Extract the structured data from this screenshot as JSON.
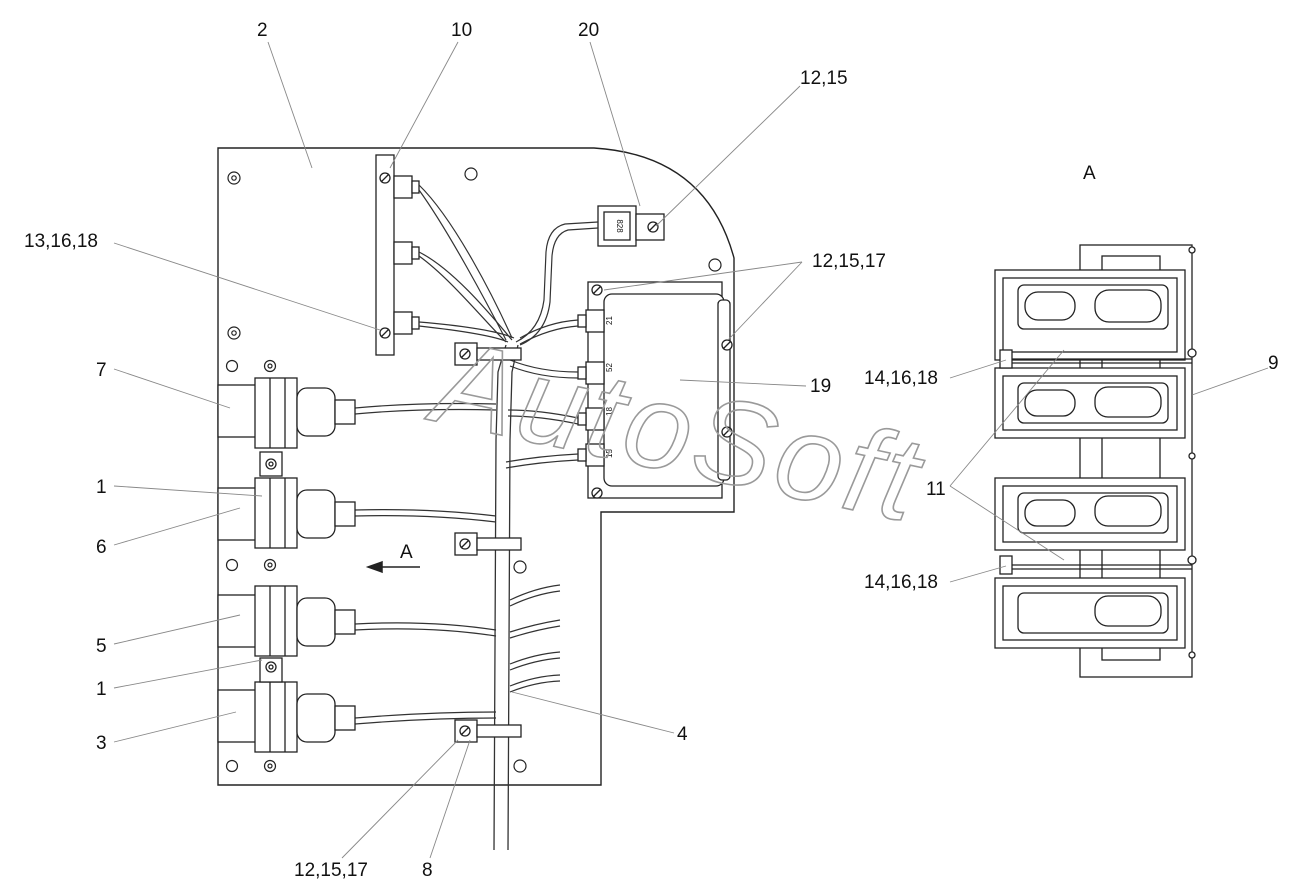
{
  "labels": {
    "l2": "2",
    "l10": "10",
    "l20": "20",
    "l12_15_top": "12,15",
    "l13_16_18": "13,16,18",
    "l12_15_17_right": "12,15,17",
    "l19": "19",
    "l7": "7",
    "l1_upper": "1",
    "l6": "6",
    "l5": "5",
    "l1_lower": "1",
    "l3": "3",
    "l4": "4",
    "l12_15_17_bottom": "12,15,17",
    "l8": "8",
    "arrow_A": "A",
    "view_A": "A",
    "l14_16_18_upper": "14,16,18",
    "l14_16_18_lower": "14,16,18",
    "l11": "11",
    "l9": "9"
  },
  "relay_marks": [
    "21",
    "52",
    "18",
    "15"
  ],
  "fuse_mark": "828",
  "watermark": "AutoSoft"
}
